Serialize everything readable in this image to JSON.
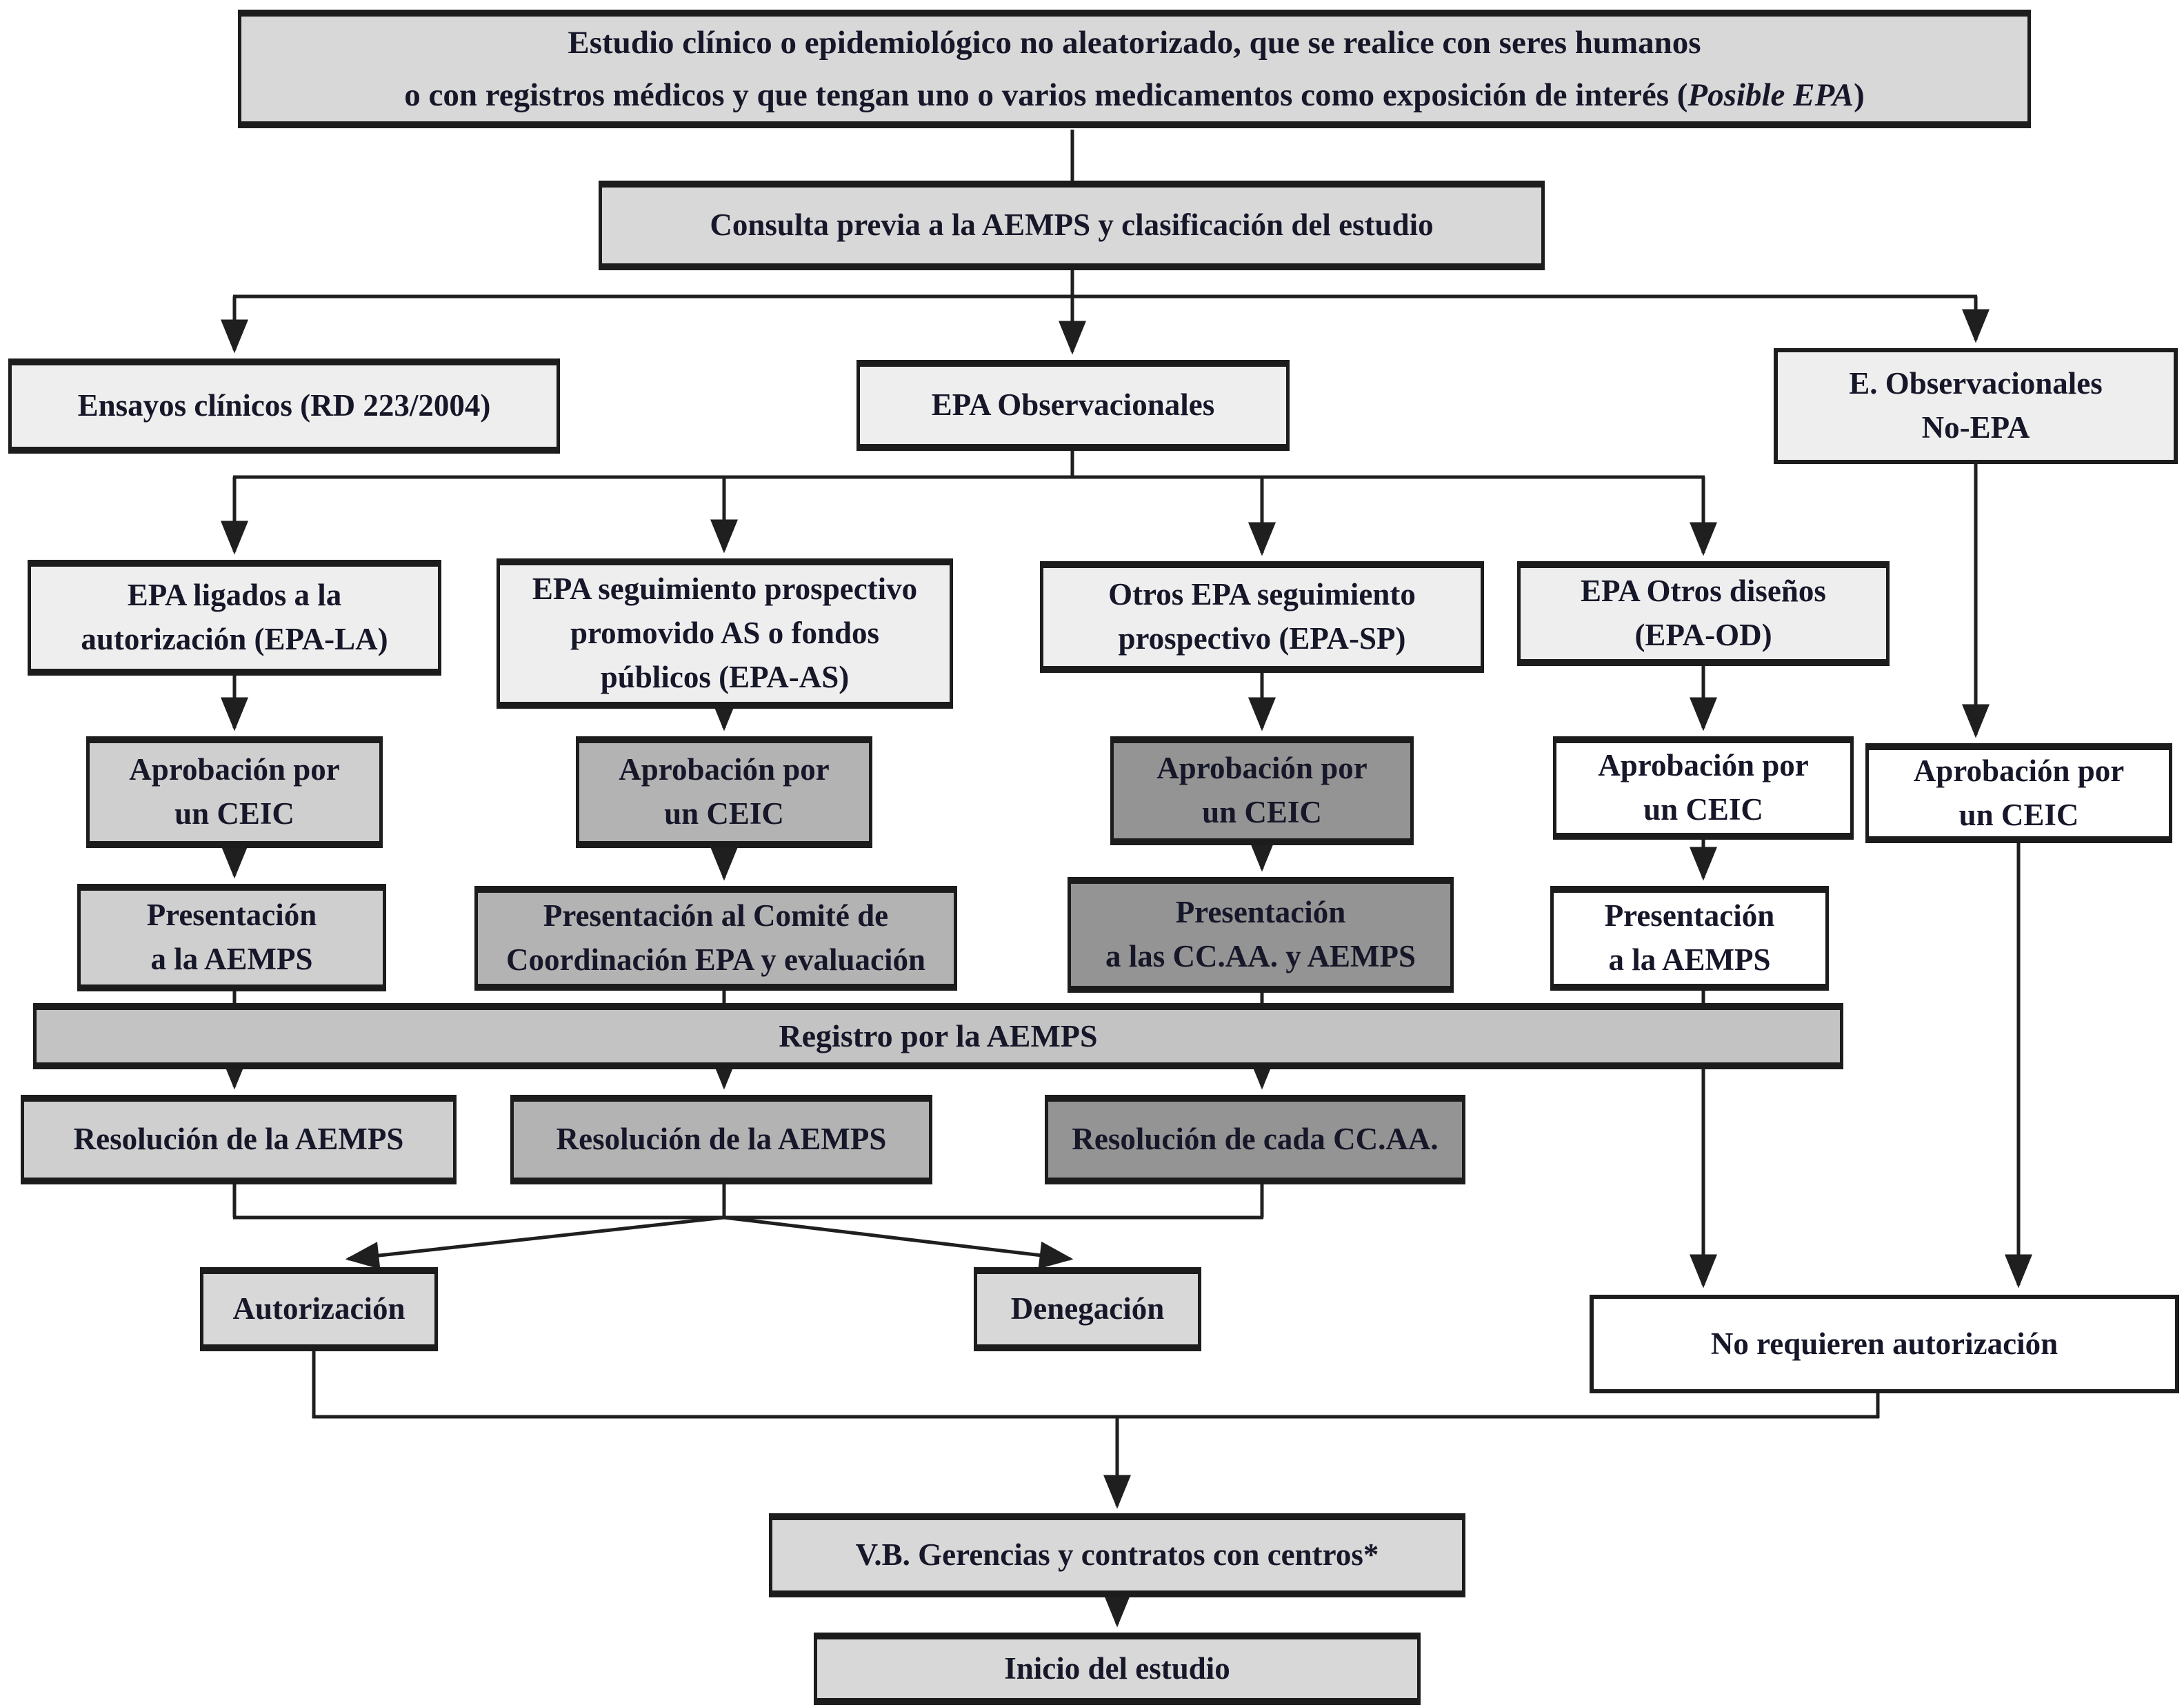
{
  "colors": {
    "light": "#d8d8d8",
    "lighter": "#eeeeee",
    "mid_light": "#cfcfcf",
    "medium": "#b3b3b3",
    "dark": "#949494",
    "bar": "#c3c3c3",
    "white": "#ffffff",
    "line": "#1f1f1f",
    "text": "#17172a"
  },
  "nodes": {
    "estudio": {
      "line1": "Estudio clínico o epidemiológico no aleatorizado, que se realice con seres humanos",
      "line2_prefix": "o con registros médicos y que tengan uno o varios medicamentos como exposición de interés (",
      "line2_italic": "Posible EPA",
      "line2_suffix": ")"
    },
    "consulta": {
      "label": "Consulta previa a la AEMPS y clasificación del estudio"
    },
    "ensayos": {
      "label": "Ensayos clínicos (RD 223/2004)"
    },
    "epa_observacionales": {
      "label": "EPA Observacionales"
    },
    "no_epa": {
      "line1": "E. Observacionales",
      "line2": "No-EPA"
    },
    "epa_la": {
      "line1": "EPA ligados a la",
      "line2": "autorización (EPA-LA)"
    },
    "epa_as": {
      "line1": "EPA seguimiento prospectivo",
      "line2": "promovido AS o fondos",
      "line3": "públicos (EPA-AS)"
    },
    "epa_sp": {
      "line1": "Otros EPA seguimiento",
      "line2": "prospectivo (EPA-SP)"
    },
    "epa_od": {
      "line1": "EPA Otros diseños",
      "line2": "(EPA-OD)"
    },
    "aprobacion_ceic": {
      "line1": "Aprobación por",
      "line2": "un CEIC"
    },
    "pres_aemps": {
      "line1": "Presentación",
      "line2": "a la AEMPS"
    },
    "pres_comite": {
      "line1": "Presentación al Comité de",
      "line2": "Coordinación EPA y evaluación"
    },
    "pres_ccaa": {
      "line1": "Presentación",
      "line2": "a las CC.AA. y AEMPS"
    },
    "registro": {
      "label": "Registro por la AEMPS"
    },
    "resolucion_aemps": {
      "label": "Resolución de la AEMPS"
    },
    "resolucion_ccaa": {
      "label": "Resolución de cada CC.AA."
    },
    "autorizacion": {
      "label": "Autorización"
    },
    "denegacion": {
      "label": "Denegación"
    },
    "no_requieren": {
      "label": "No requieren autorización"
    },
    "vb_gerencias": {
      "label": "V.B. Gerencias y contratos con centros*"
    },
    "inicio": {
      "label": "Inicio del estudio"
    }
  }
}
